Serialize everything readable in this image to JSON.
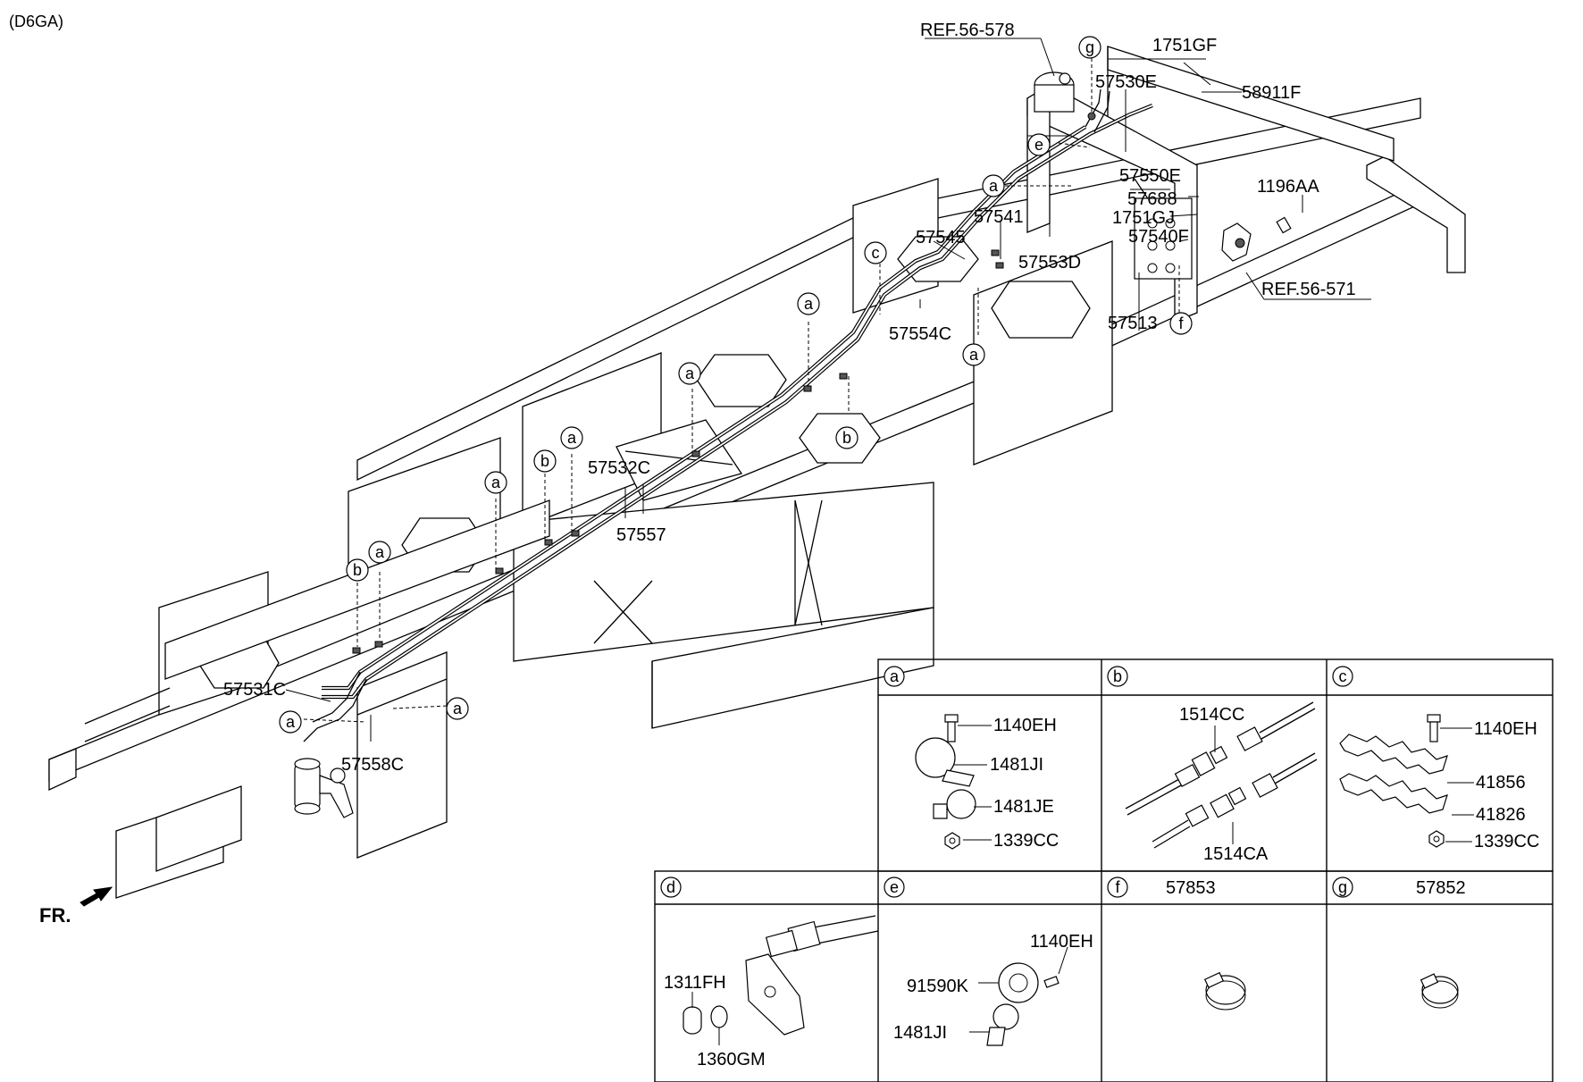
{
  "variant": "(D6GA)",
  "front_marker": "FR.",
  "part_labels": [
    "REF.56-578",
    "1751GF",
    "57530E",
    "58911F",
    "57550E",
    "57688",
    "1751GJ",
    "57540F",
    "1196AA",
    "REF.56-571",
    "57513",
    "57541",
    "57545",
    "57553D",
    "57554C",
    "57532C",
    "57557",
    "57531C",
    "57558C"
  ],
  "callouts": [
    "g",
    "e",
    "a",
    "c",
    "a",
    "a",
    "a",
    "b",
    "a",
    "b",
    "a",
    "b",
    "a",
    "a",
    "f"
  ],
  "detail_table": [
    {
      "letter": "a",
      "header_code": "",
      "parts": [
        "1140EH",
        "1481JI",
        "1481JE",
        "1339CC"
      ]
    },
    {
      "letter": "b",
      "header_code": "",
      "parts": [
        "1514CC",
        "1514CA"
      ]
    },
    {
      "letter": "c",
      "header_code": "",
      "parts": [
        "1140EH",
        "41856",
        "41826",
        "1339CC"
      ]
    },
    {
      "letter": "d",
      "header_code": "",
      "parts": [
        "1311FH",
        "1360GM"
      ]
    },
    {
      "letter": "e",
      "header_code": "",
      "parts": [
        "1140EH",
        "91590K",
        "1481JI"
      ]
    },
    {
      "letter": "f",
      "header_code": "57853",
      "parts": []
    },
    {
      "letter": "g",
      "header_code": "57852",
      "parts": []
    }
  ]
}
